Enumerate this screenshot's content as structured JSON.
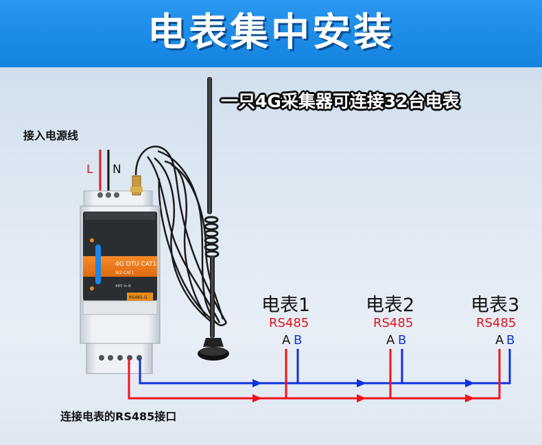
{
  "banner": {
    "title": "电表集中安装"
  },
  "subtitle": "一只4G采集器可连接32台电表",
  "power_label": "接入电源线",
  "wire_labels": {
    "l": "L",
    "n": "N"
  },
  "bottom_label": "连接电表的RS485接口",
  "device": {
    "model": "4G DTU CAT1",
    "sub_model": "WZ-CAT1",
    "port_label": "485 In-B",
    "rs485_tag": "RS485-G"
  },
  "meters": [
    {
      "name": "电表1",
      "interface": "RS485",
      "pin_a": "A",
      "pin_b": "B"
    },
    {
      "name": "电表2",
      "interface": "RS485",
      "pin_a": "A",
      "pin_b": "B"
    },
    {
      "name": "电表3",
      "interface": "RS485",
      "pin_a": "A",
      "pin_b": "B"
    }
  ],
  "colors": {
    "banner": "#1a8ae6",
    "bus_a": "#f0121b",
    "bus_b": "#1030e0",
    "device_orange": "#f07a1a",
    "device_body": "#e9edf2"
  }
}
